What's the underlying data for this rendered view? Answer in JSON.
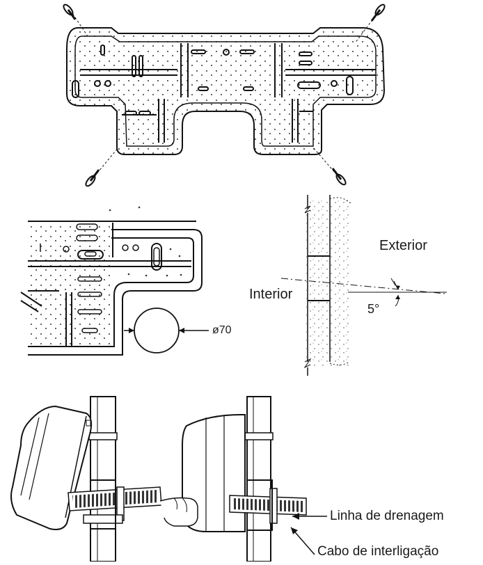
{
  "labels": {
    "exterior": "Exterior",
    "interior": "Interior",
    "angle": "5°",
    "hole_diameter": "ø70",
    "drain_line": "Linha de drenagem",
    "interconnection_cable": "Cabo de interligação"
  }
}
